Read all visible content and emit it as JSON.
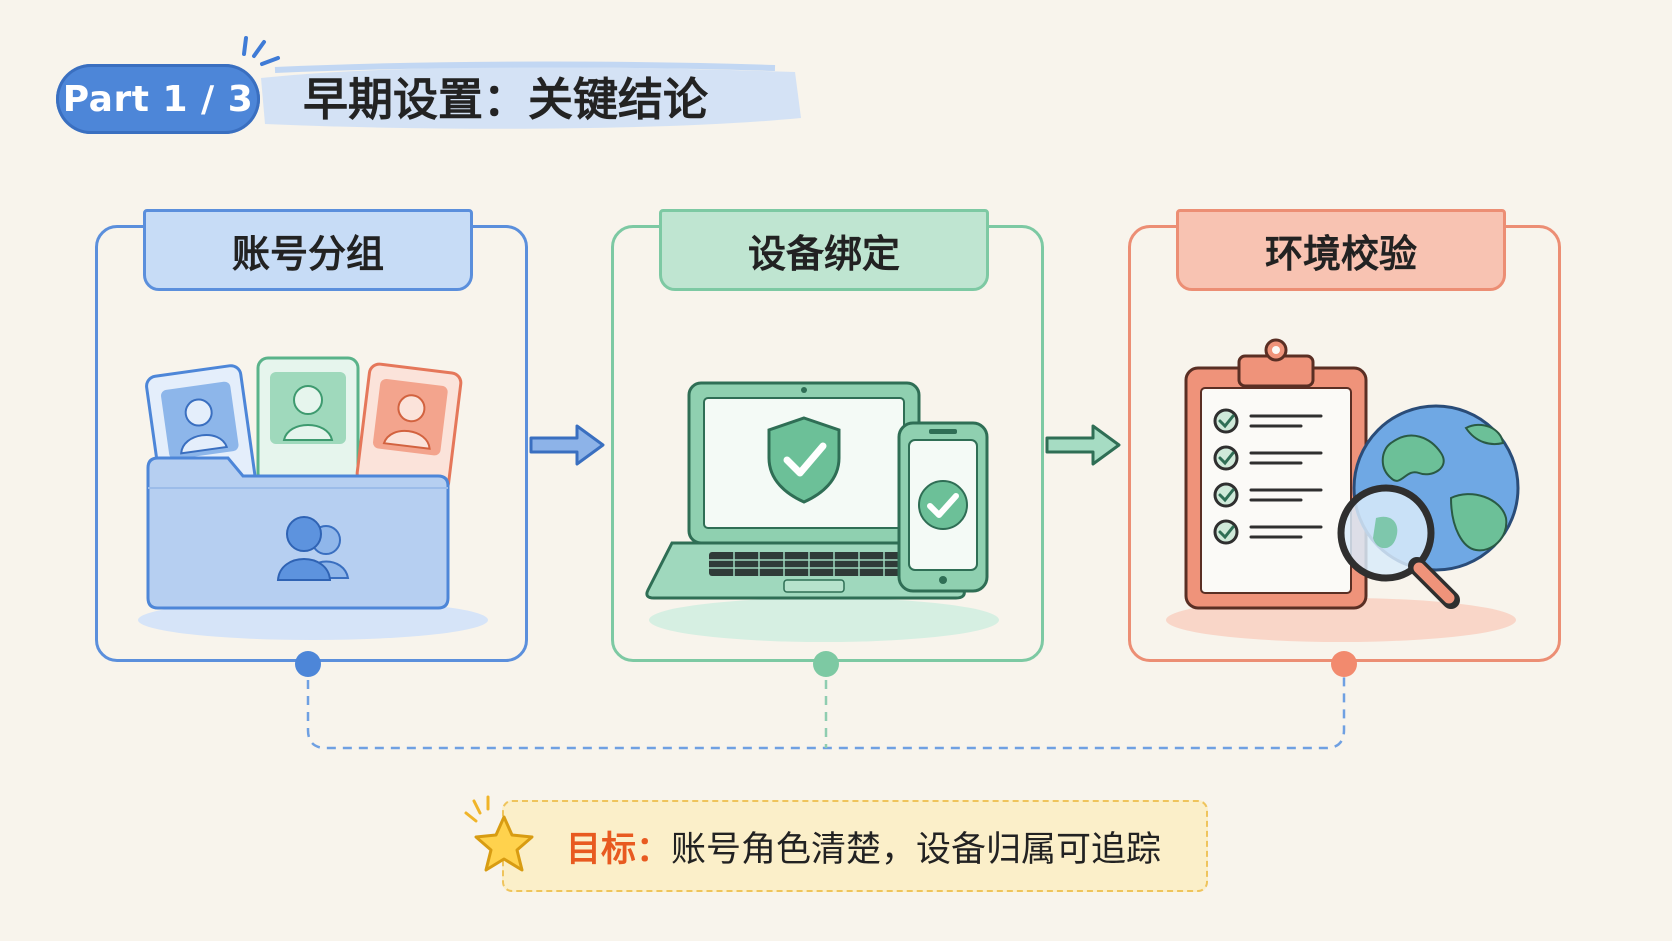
{
  "header": {
    "part_label": "Part 1 / 3",
    "title": "早期设置：关键结论"
  },
  "steps": [
    {
      "title": "账号分组",
      "color": "#5b8fdc",
      "icon": "account-folder-icon"
    },
    {
      "title": "设备绑定",
      "color": "#7dc9a3",
      "icon": "laptop-phone-shield-icon"
    },
    {
      "title": "环境校验",
      "color": "#ec8e74",
      "icon": "clipboard-globe-magnifier-icon"
    }
  ],
  "goal": {
    "label": "目标：",
    "text": "账号角色清楚，设备归属可追踪",
    "icon": "star-icon"
  },
  "colors": {
    "background": "#f8f4ec",
    "badge": "#4d86d8",
    "goal_fill": "#fbefc9",
    "goal_border": "#efc45c",
    "goal_label": "#e85a20"
  }
}
